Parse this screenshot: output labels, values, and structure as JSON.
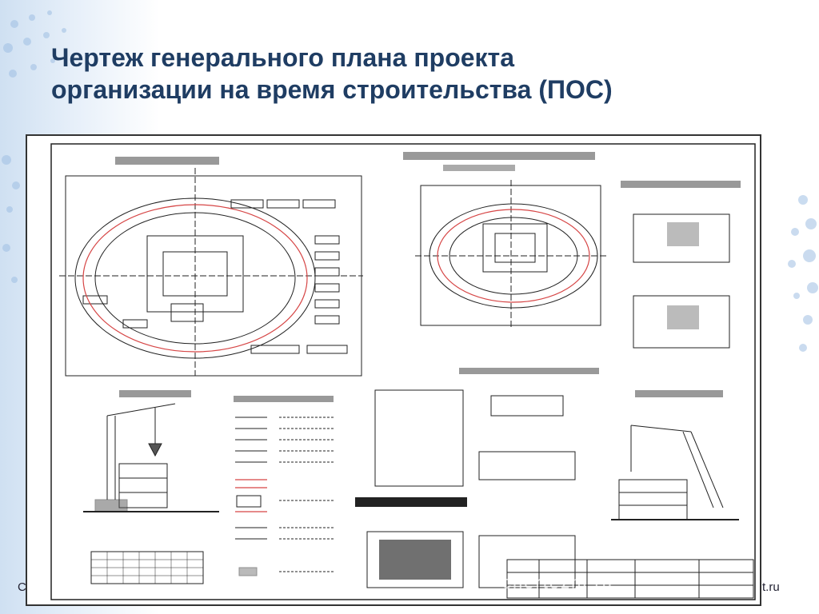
{
  "slide": {
    "title_line1": "Чертеж генерального плана проекта",
    "title_line2": "организации на время строительства (ПОС)"
  },
  "footer": {
    "left_char": "С",
    "right_text": "t.ru"
  },
  "colors": {
    "title": "#1f3d63",
    "drawing_line": "#222222",
    "crane_path": "#d64545",
    "background_accent": "#cfe0f2"
  }
}
